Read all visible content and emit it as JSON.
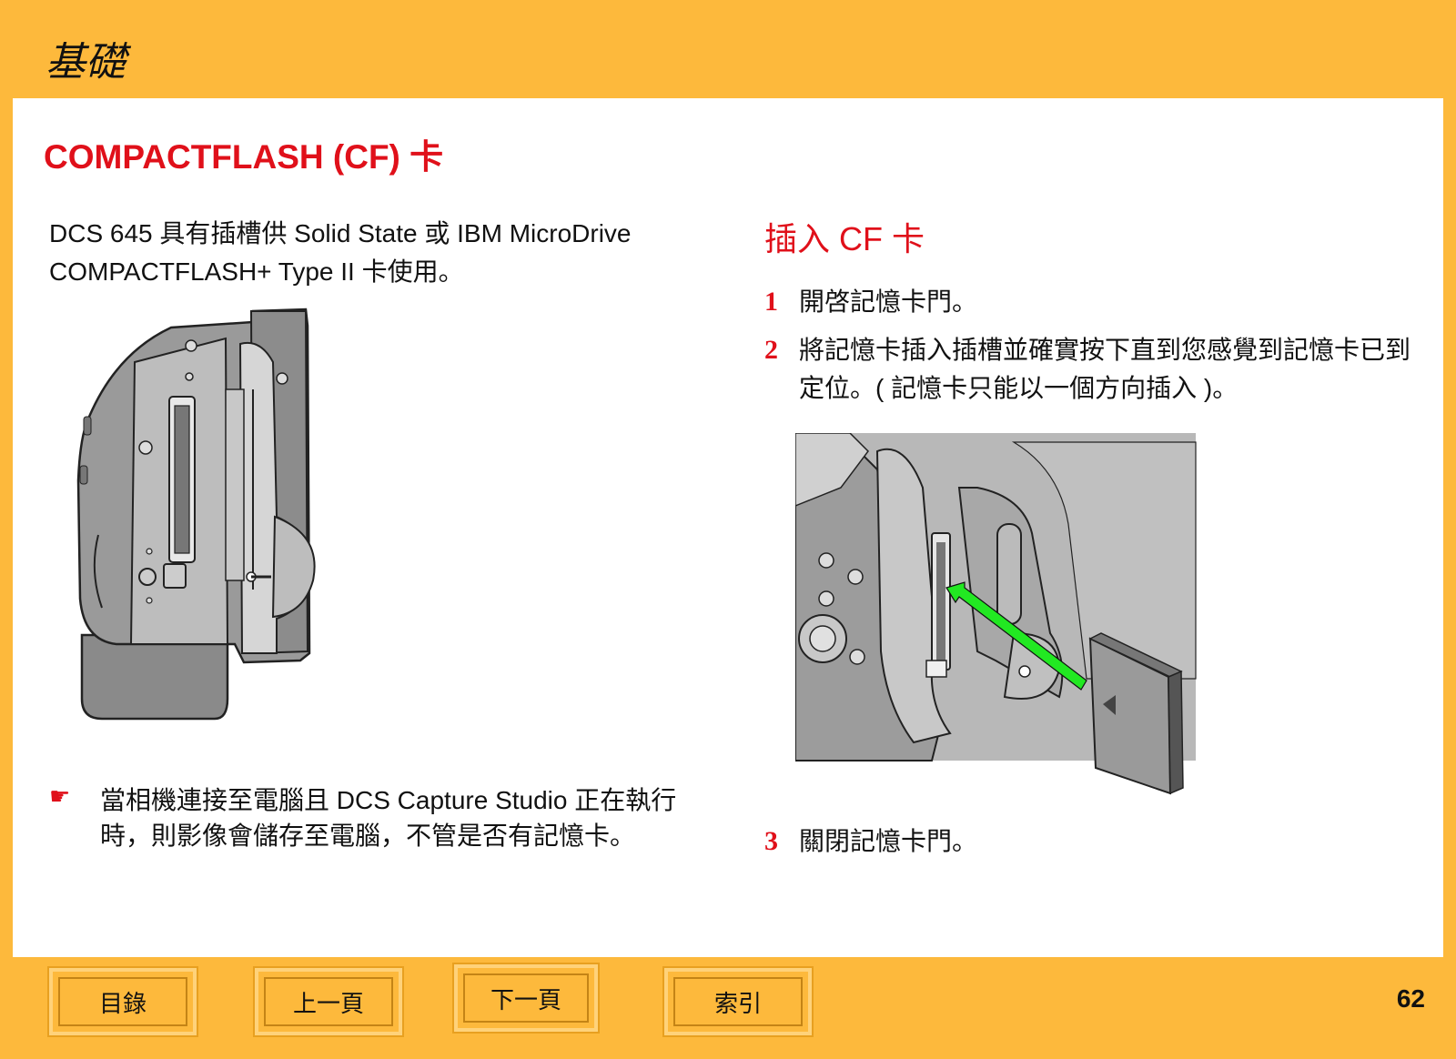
{
  "header": {
    "title": "基礎"
  },
  "section": {
    "title": "COMPACTFLASH (CF) 卡"
  },
  "intro": {
    "line1": "DCS 645 具有插槽供 Solid State 或 IBM MicroDrive",
    "line2": "COMPACTFLASH+ Type II 卡使用。"
  },
  "note": {
    "icon": "☛",
    "icon_name": "pointing-hand-icon",
    "text": "當相機連接至電腦且 DCS Capture Studio 正在執行時，則影像會儲存至電腦，不管是否有記憶卡。"
  },
  "insert": {
    "heading": "插入 CF 卡",
    "steps": [
      {
        "num": "1",
        "text": "開啓記憶卡門。"
      },
      {
        "num": "2",
        "text": "將記憶卡插入插槽並確實按下直到您感覺到記憶卡已到定位。( 記憶卡只能以一個方向插入 )。"
      },
      {
        "num": "3",
        "text": "關閉記憶卡門。"
      }
    ]
  },
  "nav": {
    "contents": "目錄",
    "prev": "上一頁",
    "next": "下一頁",
    "index": "索引"
  },
  "page_number": "62",
  "colors": {
    "background": "#FDB93C",
    "accent": "#E0101A",
    "arrow": "#22E822"
  }
}
